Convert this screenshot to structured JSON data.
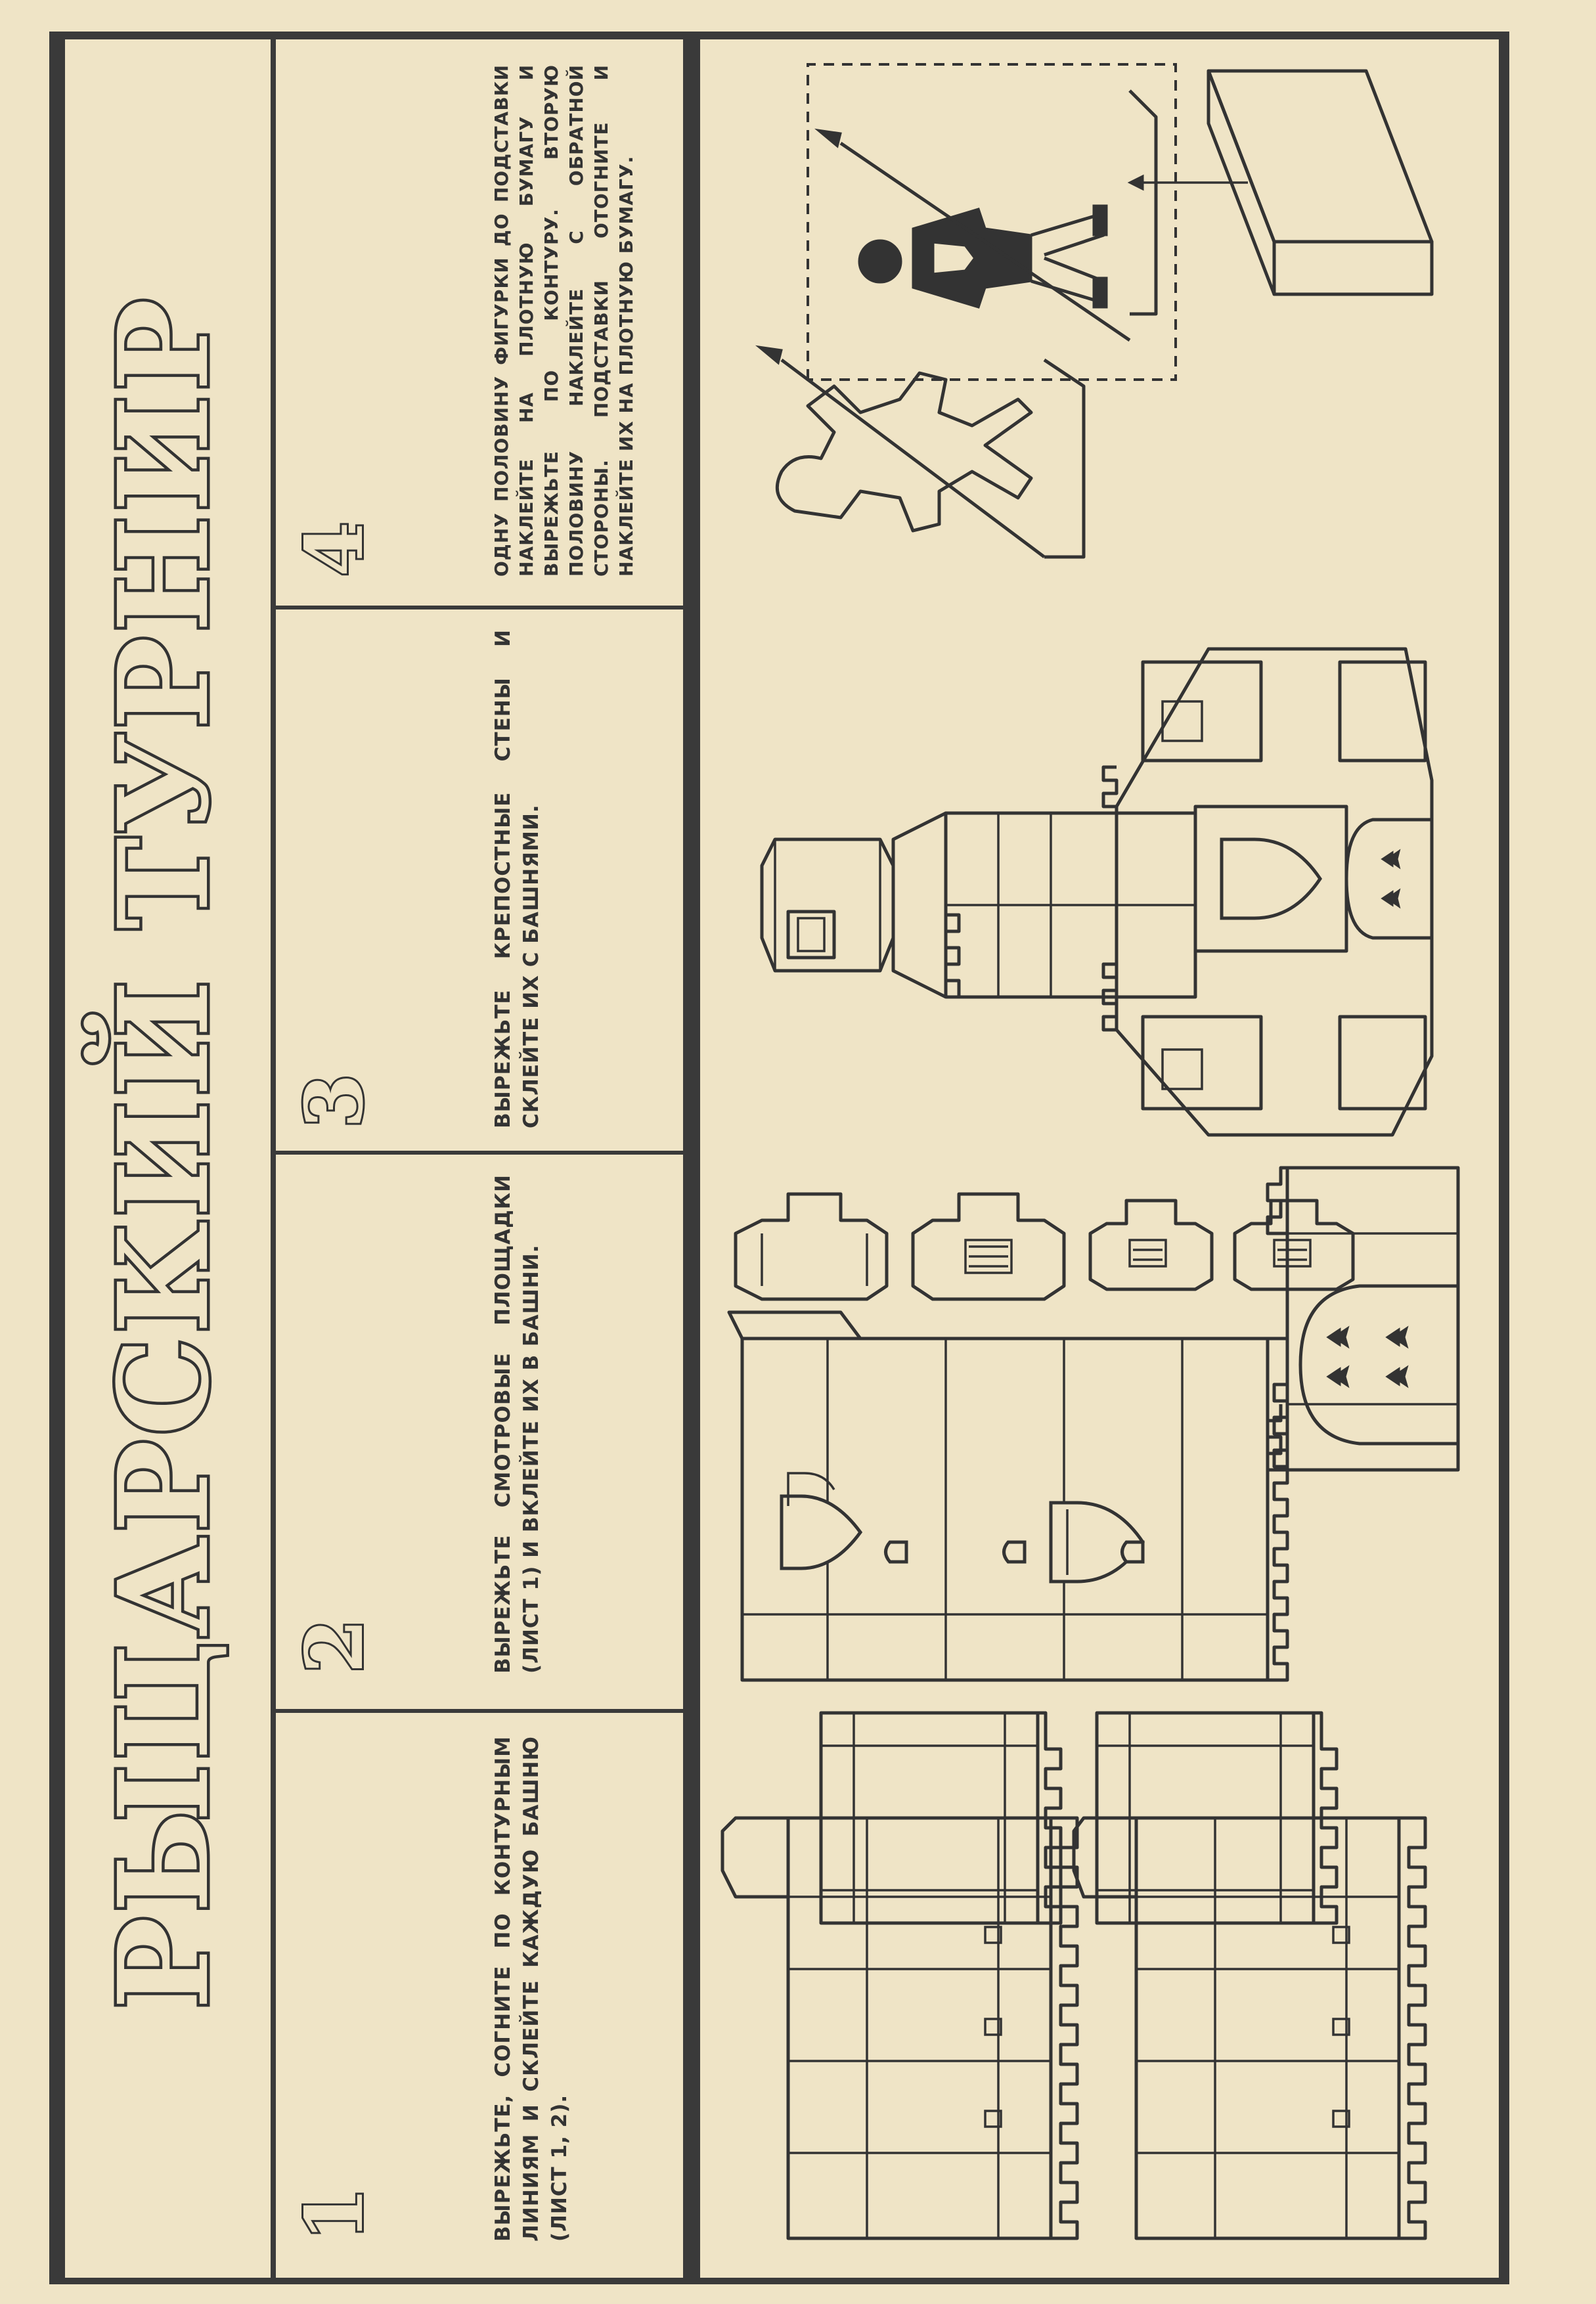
{
  "title": "РЫЦАРСКИЙ ТУРНИР",
  "steps": [
    {
      "number": "1",
      "text": "ВЫРЕЖЬТЕ, СОГНИТЕ ПО КОНТУРНЫМ ЛИНИЯМ И СКЛЕЙТЕ КАЖДУЮ БАШНЮ (ЛИСТ 1, 2)."
    },
    {
      "number": "2",
      "text": "ВЫРЕЖЬТЕ СМОТРОВЫЕ ПЛОЩАДКИ (ЛИСТ 1) И ВКЛЕЙТЕ ИХ В БАШНИ."
    },
    {
      "number": "3",
      "text": "ВЫРЕЖЬТЕ КРЕПОСТНЫЕ СТЕНЫ И СКЛЕЙТЕ ИХ С БАШНЯМИ."
    },
    {
      "number": "4",
      "text": "ОДНУ ПОЛОВИНУ ФИГУРКИ ДО ПОДСТАВКИ НАКЛЕЙТЕ НА ПЛОТНУЮ БУМАГУ И ВЫРЕЖЬТЕ ПО КОНТУРУ. ВТОРУЮ ПОЛОВИНУ НАКЛЕЙТЕ С ОБРАТНОЙ СТОРОНЫ. ПОДСТАВКИ ОТОГНИТЕ И НАКЛЕЙТЕ ИХ НА ПЛОТНУЮ БУМАГУ."
    }
  ],
  "colors": {
    "paper": "#efe4c6",
    "ink": "#333333"
  }
}
